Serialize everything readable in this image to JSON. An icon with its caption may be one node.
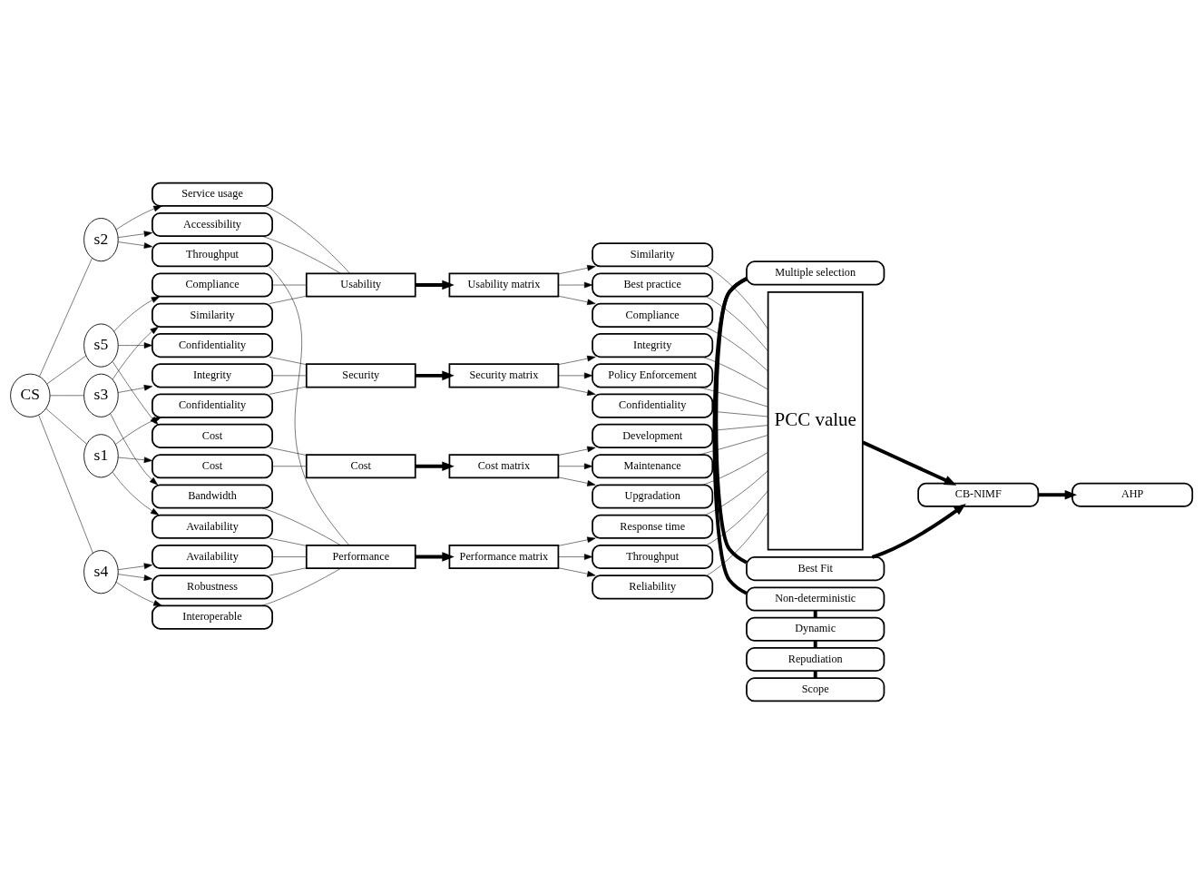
{
  "diagram": {
    "nodes": [
      {
        "text": [
          "CS"
        ]
      },
      {
        "text": [
          "s1"
        ]
      },
      {
        "text": [
          "Availability"
        ]
      },
      {
        "text": [
          "Confidentiality"
        ]
      },
      {
        "text": [
          "Cost"
        ]
      },
      {
        "text": [
          "s2"
        ]
      },
      {
        "text": [
          "Accessibility"
        ]
      },
      {
        "text": [
          "Throughput"
        ]
      },
      {
        "text": [
          "Service usage"
        ]
      },
      {
        "text": [
          "s3"
        ]
      },
      {
        "text": [
          "Bandwidth"
        ]
      },
      {
        "text": [
          "Similarity"
        ]
      },
      {
        "text": [
          "Integrity"
        ]
      },
      {
        "text": [
          "s4"
        ]
      },
      {
        "text": [
          "Interoperable"
        ]
      },
      {
        "text": [
          "Availability"
        ]
      },
      {
        "text": [
          "Robustness"
        ]
      },
      {
        "text": [
          "s5"
        ]
      },
      {
        "text": [
          "Compliance"
        ]
      },
      {
        "text": [
          "Cost"
        ]
      },
      {
        "text": [
          "Confidentiality"
        ]
      },
      {
        "text": [
          "Cost"
        ]
      },
      {
        "text": [
          "Performance"
        ]
      },
      {
        "text": [
          "Security"
        ]
      },
      {
        "text": [
          "Usability"
        ]
      },
      {
        "text": [
          "Cost matrix"
        ]
      },
      {
        "text": [
          "Performance matrix"
        ]
      },
      {
        "text": [
          "Security matrix"
        ]
      },
      {
        "text": [
          "Usability matrix"
        ]
      },
      {
        "text": [
          "Development"
        ]
      },
      {
        "text": [
          "Maintenance"
        ]
      },
      {
        "text": [
          "Upgradation"
        ]
      },
      {
        "text": [
          "Response time"
        ]
      },
      {
        "text": [
          "Throughput"
        ]
      },
      {
        "text": [
          "Reliability"
        ]
      },
      {
        "text": [
          "Integrity"
        ]
      },
      {
        "text": [
          "Policy Enforcement"
        ]
      },
      {
        "text": [
          "Confidentiality"
        ]
      },
      {
        "text": [
          "Similarity"
        ]
      },
      {
        "text": [
          "Best practice"
        ]
      },
      {
        "text": [
          "Compliance"
        ]
      },
      {
        "text": [
          "PCC value"
        ]
      },
      {
        "text": [
          "CB-NIMF"
        ]
      },
      {
        "text": [
          "AHP"
        ]
      },
      {
        "text": [
          "Best Fit"
        ]
      },
      {
        "text": [
          "Multiple selection"
        ]
      },
      {
        "text": [
          "Non-deterministic"
        ]
      },
      {
        "text": [
          "Dynamic"
        ]
      },
      {
        "text": [
          "Repudiation"
        ]
      },
      {
        "text": [
          "Scope"
        ]
      }
    ],
    "edges": [
      {
        "from": 0,
        "to": 1,
        "arrow": "none"
      },
      {
        "from": 0,
        "to": 5,
        "arrow": "none"
      },
      {
        "from": 0,
        "to": 9,
        "arrow": "none"
      },
      {
        "from": 0,
        "to": 13,
        "arrow": "none"
      },
      {
        "from": 0,
        "to": 17,
        "arrow": "none"
      },
      {
        "from": 1,
        "to": 2,
        "arrow": "to"
      },
      {
        "from": 1,
        "to": 3,
        "arrow": "to"
      },
      {
        "from": 1,
        "to": 4,
        "arrow": "to"
      },
      {
        "from": 5,
        "to": 6,
        "arrow": "to"
      },
      {
        "from": 5,
        "to": 7,
        "arrow": "to"
      },
      {
        "from": 5,
        "to": 8,
        "arrow": "to"
      },
      {
        "from": 9,
        "to": 10,
        "arrow": "to"
      },
      {
        "from": 9,
        "to": 11,
        "arrow": "to"
      },
      {
        "from": 9,
        "to": 12,
        "arrow": "to"
      },
      {
        "from": 13,
        "to": 14,
        "arrow": "to"
      },
      {
        "from": 13,
        "to": 15,
        "arrow": "to"
      },
      {
        "from": 13,
        "to": 16,
        "arrow": "to"
      },
      {
        "from": 17,
        "to": 18,
        "arrow": "to"
      },
      {
        "from": 17,
        "to": 19,
        "arrow": "to"
      },
      {
        "from": 17,
        "to": 20,
        "arrow": "to"
      },
      {
        "from": 2,
        "to": 22,
        "arrow": "none"
      },
      {
        "from": 3,
        "to": 23,
        "arrow": "none"
      },
      {
        "from": 4,
        "to": 21,
        "arrow": "none"
      },
      {
        "from": 6,
        "to": 24,
        "arrow": "none"
      },
      {
        "from": 7,
        "to": 22,
        "arrow": "none"
      },
      {
        "from": 8,
        "to": 24,
        "arrow": "none"
      },
      {
        "from": 10,
        "to": 22,
        "arrow": "none"
      },
      {
        "from": 11,
        "to": 24,
        "arrow": "none"
      },
      {
        "from": 12,
        "to": 23,
        "arrow": "none"
      },
      {
        "from": 14,
        "to": 22,
        "arrow": "none"
      },
      {
        "from": 15,
        "to": 22,
        "arrow": "none"
      },
      {
        "from": 16,
        "to": 22,
        "arrow": "none"
      },
      {
        "from": 18,
        "to": 24,
        "arrow": "none"
      },
      {
        "from": 19,
        "to": 21,
        "arrow": "none"
      },
      {
        "from": 20,
        "to": 23,
        "arrow": "none"
      },
      {
        "from": 21,
        "to": 25,
        "arrow": "to",
        "style": "thick"
      },
      {
        "from": 22,
        "to": 26,
        "arrow": "to",
        "style": "thick"
      },
      {
        "from": 23,
        "to": 27,
        "arrow": "to",
        "style": "thick"
      },
      {
        "from": 24,
        "to": 28,
        "arrow": "to",
        "style": "thick"
      },
      {
        "from": 25,
        "to": 29,
        "arrow": "to"
      },
      {
        "from": 25,
        "to": 30,
        "arrow": "to"
      },
      {
        "from": 25,
        "to": 31,
        "arrow": "to"
      },
      {
        "from": 26,
        "to": 32,
        "arrow": "to"
      },
      {
        "from": 26,
        "to": 33,
        "arrow": "to"
      },
      {
        "from": 26,
        "to": 34,
        "arrow": "to"
      },
      {
        "from": 27,
        "to": 35,
        "arrow": "to"
      },
      {
        "from": 27,
        "to": 36,
        "arrow": "to"
      },
      {
        "from": 27,
        "to": 37,
        "arrow": "to"
      },
      {
        "from": 28,
        "to": 38,
        "arrow": "to"
      },
      {
        "from": 28,
        "to": 39,
        "arrow": "to"
      },
      {
        "from": 28,
        "to": 40,
        "arrow": "to"
      },
      {
        "from": 29,
        "to": 41,
        "arrow": "none"
      },
      {
        "from": 30,
        "to": 41,
        "arrow": "none"
      },
      {
        "from": 31,
        "to": 41,
        "arrow": "none"
      },
      {
        "from": 32,
        "to": 41,
        "arrow": "none"
      },
      {
        "from": 33,
        "to": 41,
        "arrow": "none"
      },
      {
        "from": 34,
        "to": 41,
        "arrow": "none"
      },
      {
        "from": 35,
        "to": 41,
        "arrow": "none"
      },
      {
        "from": 36,
        "to": 41,
        "arrow": "none"
      },
      {
        "from": 37,
        "to": 41,
        "arrow": "none"
      },
      {
        "from": 38,
        "to": 41,
        "arrow": "none"
      },
      {
        "from": 39,
        "to": 41,
        "arrow": "none"
      },
      {
        "from": 40,
        "to": 41,
        "arrow": "none"
      },
      {
        "from": 41,
        "to": 42,
        "arrow": "to",
        "style": "thick"
      },
      {
        "from": 42,
        "to": 43,
        "arrow": "to",
        "style": "thick"
      },
      {
        "from": 44,
        "to": 42,
        "arrow": "to",
        "style": "thick"
      },
      {
        "from": 44,
        "to": 45,
        "arrow": "none",
        "style": "thick"
      },
      {
        "from": 45,
        "to": 46,
        "arrow": "none",
        "style": "thick"
      },
      {
        "from": 46,
        "to": 47,
        "arrow": "none",
        "style": "thick"
      },
      {
        "from": 47,
        "to": 48,
        "arrow": "none",
        "style": "thick"
      },
      {
        "from": 48,
        "to": 49,
        "arrow": "none",
        "style": "thick"
      }
    ]
  }
}
